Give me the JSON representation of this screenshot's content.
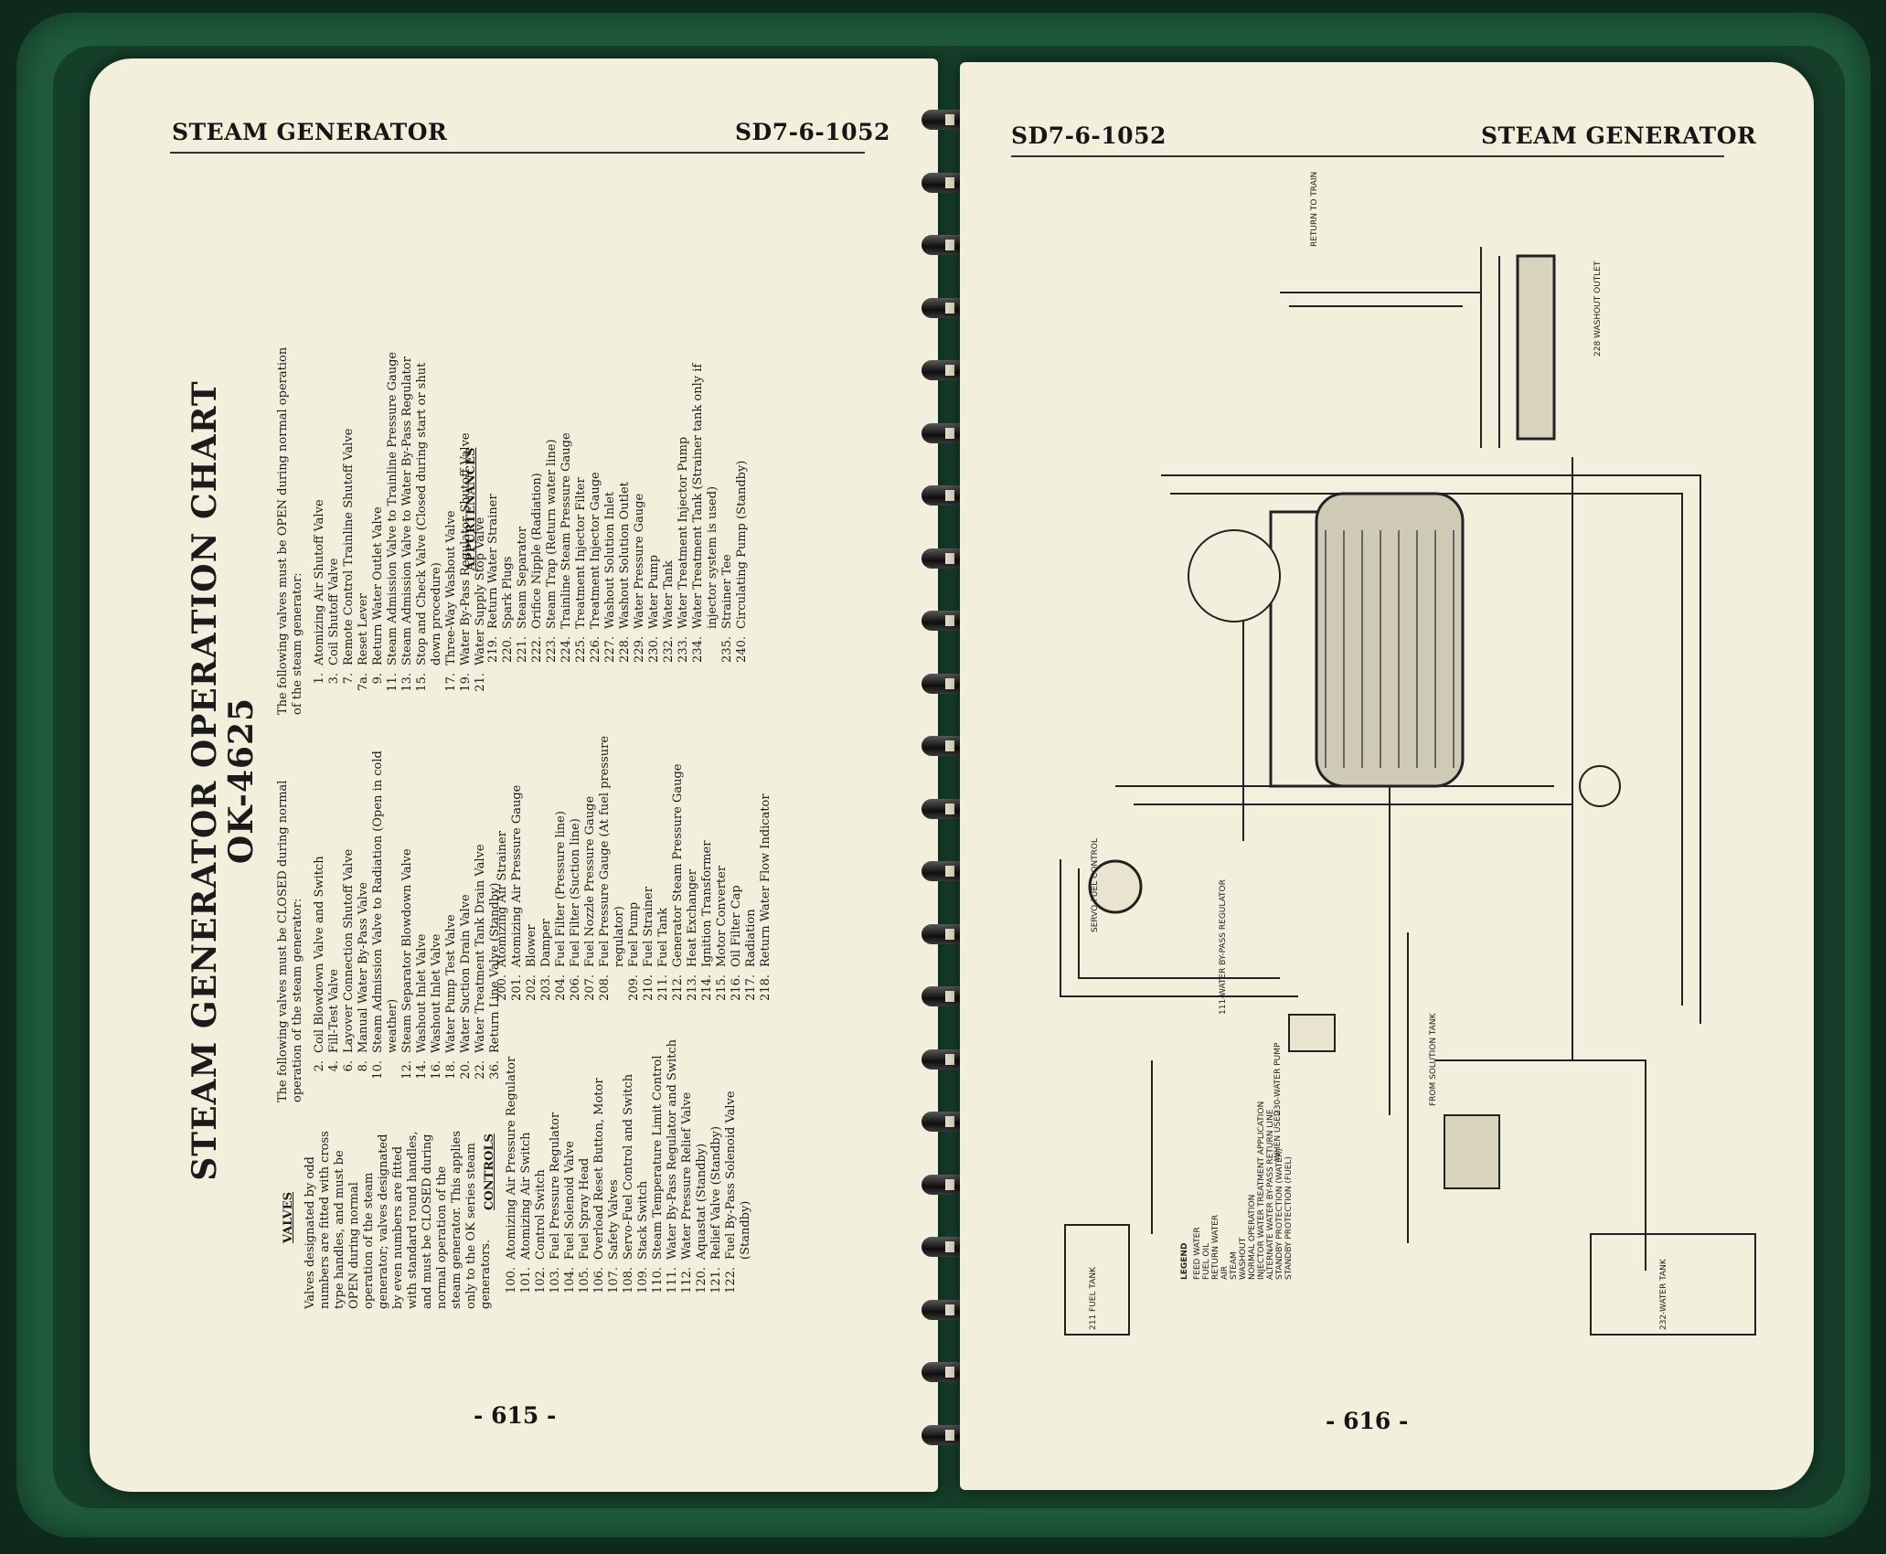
{
  "left_page": {
    "running_head_left": "STEAM GENERATOR",
    "running_head_right": "SD7-6-1052",
    "chart_title": "STEAM GENERATOR OPERATION CHART",
    "chart_subtitle": "OK-4625",
    "page_number": "- 615 -",
    "valves_heading": "VALVES",
    "valves_intro": "Valves designated by odd numbers are fitted with cross type handles, and must be OPEN during normal operation of the steam generator; valves designated by even numbers are fitted with standard round handles, and must be CLOSED during normal operation of the steam generator. This applies only to the OK series steam generators.",
    "closed_intro": "The following valves must be CLOSED during normal operation of the steam generator:",
    "closed_valves": [
      {
        "num": "2.",
        "text": "Coil Blowdown Valve and Switch"
      },
      {
        "num": "4.",
        "text": "Fill-Test Valve"
      },
      {
        "num": "6.",
        "text": "Layover Connection Shutoff Valve"
      },
      {
        "num": "8.",
        "text": "Manual Water By-Pass Valve"
      },
      {
        "num": "10.",
        "text": "Steam Admission Valve to Radiation (Open in cold weather)"
      },
      {
        "num": "12.",
        "text": "Steam Separator Blowdown Valve"
      },
      {
        "num": "14.",
        "text": "Washout Inlet Valve"
      },
      {
        "num": "16.",
        "text": "Washout Inlet Valve"
      },
      {
        "num": "18.",
        "text": "Water Pump Test Valve"
      },
      {
        "num": "20.",
        "text": "Water Suction Drain Valve"
      },
      {
        "num": "22.",
        "text": "Water Treatment Tank Drain Valve"
      },
      {
        "num": "36.",
        "text": "Return Line Valve (Standby)"
      }
    ],
    "open_intro": "The following valves must be OPEN during normal operation of the steam generator:",
    "open_valves": [
      {
        "num": "1.",
        "text": "Atomizing Air Shutoff Valve"
      },
      {
        "num": "3.",
        "text": "Coil Shutoff Valve"
      },
      {
        "num": "7.",
        "text": "Remote Control Trainline Shutoff Valve"
      },
      {
        "num": "7a.",
        "text": "Reset Lever"
      },
      {
        "num": "9.",
        "text": "Return Water Outlet Valve"
      },
      {
        "num": "11.",
        "text": "Steam Admission Valve to Trainline Pressure Gauge"
      },
      {
        "num": "13.",
        "text": "Steam Admission Valve to Water By-Pass Regulator"
      },
      {
        "num": "15.",
        "text": "Stop and Check Valve (Closed during start or shut down procedure)"
      },
      {
        "num": "17.",
        "text": "Three-Way Washout Valve"
      },
      {
        "num": "19.",
        "text": "Water By-Pass Regulator Shutoff Valve"
      },
      {
        "num": "21.",
        "text": "Water Supply Stop Valve"
      }
    ],
    "controls_heading": "CONTROLS",
    "controls": [
      {
        "num": "100.",
        "text": "Atomizing Air Pressure Regulator"
      },
      {
        "num": "101.",
        "text": "Atomizing Air Switch"
      },
      {
        "num": "102.",
        "text": "Control Switch"
      },
      {
        "num": "103.",
        "text": "Fuel Pressure Regulator"
      },
      {
        "num": "104.",
        "text": "Fuel Solenoid Valve"
      },
      {
        "num": "105.",
        "text": "Fuel Spray Head"
      },
      {
        "num": "106.",
        "text": "Overload Reset Button, Motor"
      },
      {
        "num": "107.",
        "text": "Safety Valves"
      },
      {
        "num": "108.",
        "text": "Servo-Fuel Control and Switch"
      },
      {
        "num": "109.",
        "text": "Stack Switch"
      },
      {
        "num": "110.",
        "text": "Steam Temperature Limit Control"
      },
      {
        "num": "111.",
        "text": "Water By-Pass Regulator and Switch"
      },
      {
        "num": "112.",
        "text": "Water Pressure Relief Valve"
      },
      {
        "num": "120.",
        "text": "Aquastat (Standby)"
      },
      {
        "num": "121.",
        "text": "Relief Valve (Standby)"
      },
      {
        "num": "122.",
        "text": "Fuel By-Pass Solenoid Valve (Standby)"
      }
    ],
    "appurtenances_col1": [
      {
        "num": "200.",
        "text": "Atomizing Air Strainer"
      },
      {
        "num": "201.",
        "text": "Atomizing Air Pressure Gauge"
      },
      {
        "num": "202.",
        "text": "Blower"
      },
      {
        "num": "203.",
        "text": "Damper"
      },
      {
        "num": "204.",
        "text": "Fuel Filter (Pressure line)"
      },
      {
        "num": "206.",
        "text": "Fuel Filter (Suction line)"
      },
      {
        "num": "207.",
        "text": "Fuel Nozzle Pressure Gauge"
      },
      {
        "num": "208.",
        "text": "Fuel Pressure Gauge (At fuel pressure regulator)"
      },
      {
        "num": "209.",
        "text": "Fuel Pump"
      },
      {
        "num": "210.",
        "text": "Fuel Strainer"
      },
      {
        "num": "211.",
        "text": "Fuel Tank"
      },
      {
        "num": "212.",
        "text": "Generator Steam Pressure Gauge"
      },
      {
        "num": "213.",
        "text": "Heat Exchanger"
      },
      {
        "num": "214.",
        "text": "Ignition Transformer"
      },
      {
        "num": "215.",
        "text": "Motor Converter"
      },
      {
        "num": "216.",
        "text": "Oil Filter Cap"
      },
      {
        "num": "217.",
        "text": "Radiation"
      },
      {
        "num": "218.",
        "text": "Return Water Flow Indicator"
      }
    ],
    "appurtenances_heading": "APPURTENANCES",
    "appurtenances_col2": [
      {
        "num": "219.",
        "text": "Return Water Strainer"
      },
      {
        "num": "220.",
        "text": "Spark Plugs"
      },
      {
        "num": "221.",
        "text": "Steam Separator"
      },
      {
        "num": "222.",
        "text": "Orifice Nipple (Radiation)"
      },
      {
        "num": "223.",
        "text": "Steam Trap (Return water line)"
      },
      {
        "num": "224.",
        "text": "Trainline Steam Pressure Gauge"
      },
      {
        "num": "225.",
        "text": "Treatment Injector Filter"
      },
      {
        "num": "226.",
        "text": "Treatment Injector Gauge"
      },
      {
        "num": "227.",
        "text": "Washout Solution Inlet"
      },
      {
        "num": "228.",
        "text": "Washout Solution Outlet"
      },
      {
        "num": "229.",
        "text": "Water Pressure Gauge"
      },
      {
        "num": "230.",
        "text": "Water Pump"
      },
      {
        "num": "232.",
        "text": "Water Tank"
      },
      {
        "num": "233.",
        "text": "Water Treatment Injector Pump"
      },
      {
        "num": "234.",
        "text": "Water Treatment Tank (Strainer tank only if injector system is used)"
      },
      {
        "num": "235.",
        "text": "Strainer Tee"
      },
      {
        "num": "240.",
        "text": "Circulating Pump (Standby)"
      }
    ]
  },
  "right_page": {
    "running_head_left": "SD7-6-1052",
    "running_head_right": "STEAM GENERATOR",
    "page_number": "- 616 -",
    "diagram_labels": {
      "fuel_tank": "211 FUEL TANK",
      "water_tank": "232-WATER TANK",
      "water_pump": "230-WATER PUMP",
      "servo_fuel": "SERVO-FUEL CONTROL",
      "water_bypass": "111-WATER BY-PASS REGULATOR",
      "solution_tank": "FROM SOLUTION TANK",
      "washout_outlet": "228 WASHOUT OUTLET",
      "to_train": "RETURN TO TRAIN"
    },
    "legend": {
      "title": "LEGEND",
      "items": [
        "FEED WATER",
        "FUEL OIL",
        "RETURN WATER",
        "AIR",
        "STEAM",
        "WASHOUT",
        "NORMAL OPERATION",
        "INJECTOR WATER TREATMENT APPLICATION",
        "ALTERNATE WATER BY-PASS RETURN LINE",
        "STANDBY PROTECTION (WATER)",
        "STANDBY PROTECTION (FUEL)"
      ],
      "when_used": "WHEN USED"
    }
  },
  "colors": {
    "page": "#f3efdd",
    "cover": "#1f5d3c",
    "ink": "#1b1b1b"
  }
}
